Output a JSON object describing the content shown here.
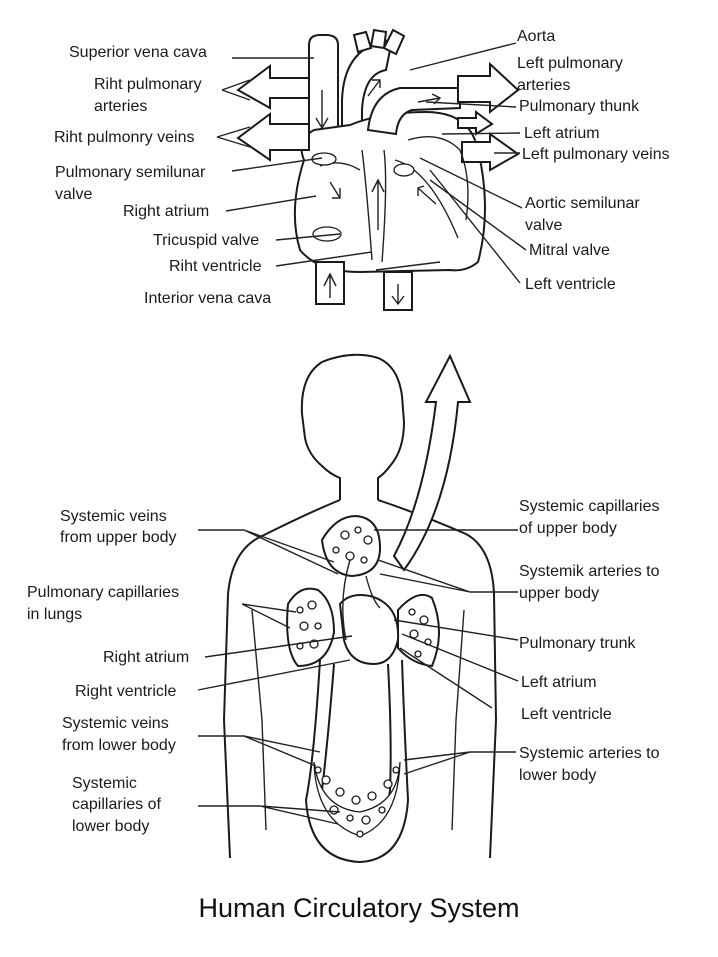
{
  "heart_labels": {
    "superior_vena_cava": "Superior vena cava",
    "riht_pulmonary_arteries_1": "Riht pulmonary",
    "riht_pulmonary_arteries_2": "arteries",
    "riht_pulmonry_veins": "Riht pulmonry veins",
    "pulmonary_semilunar_1": "Pulmonary semilunar",
    "pulmonary_semilunar_2": "valve",
    "right_atrium": "Right atrium",
    "tricuspid_valve": "Tricuspid valve",
    "riht_ventricle": "Riht ventricle",
    "interior_vena_cava": "Interior vena cava",
    "aorta": "Aorta",
    "left_pulmonary_arteries_1": "Left pulmonary",
    "left_pulmonary_arteries_2": "arteries",
    "pulmonary_thunk": "Pulmonary thunk",
    "left_atrium": "Left atrium",
    "left_pulmonary_veins": "Left pulmonary veins",
    "aortic_semilunar_1": "Aortic semilunar",
    "aortic_semilunar_2": "valve",
    "mitral_valve": "Mitral valve",
    "left_ventricle": "Left ventricle"
  },
  "body_labels": {
    "systemic_veins_upper_1": "Systemic veins",
    "systemic_veins_upper_2": "from upper body",
    "pulmonary_capillaries_1": "Pulmonary capillaries",
    "pulmonary_capillaries_2": "in lungs",
    "right_atrium": "Right atrium",
    "right_ventricle": "Right ventricle",
    "systemic_veins_lower_1": "Systemic veins",
    "systemic_veins_lower_2": "from lower body",
    "systemic_capillaries_lower_1": "Systemic",
    "systemic_capillaries_lower_2": "capillaries of",
    "systemic_capillaries_lower_3": "lower body",
    "systemic_capillaries_upper_1": "Systemic capillaries",
    "systemic_capillaries_upper_2": "of upper body",
    "systemik_arteries_upper_1": "Systemik arteries to",
    "systemik_arteries_upper_2": "upper body",
    "pulmonary_trunk": "Pulmonary trunk",
    "left_atrium": "Left atrium",
    "left_ventricle": "Left ventricle",
    "systemic_arteries_lower_1": "Systemic arteries to",
    "systemic_arteries_lower_2": "lower body"
  },
  "title": "Human Circulatory System"
}
